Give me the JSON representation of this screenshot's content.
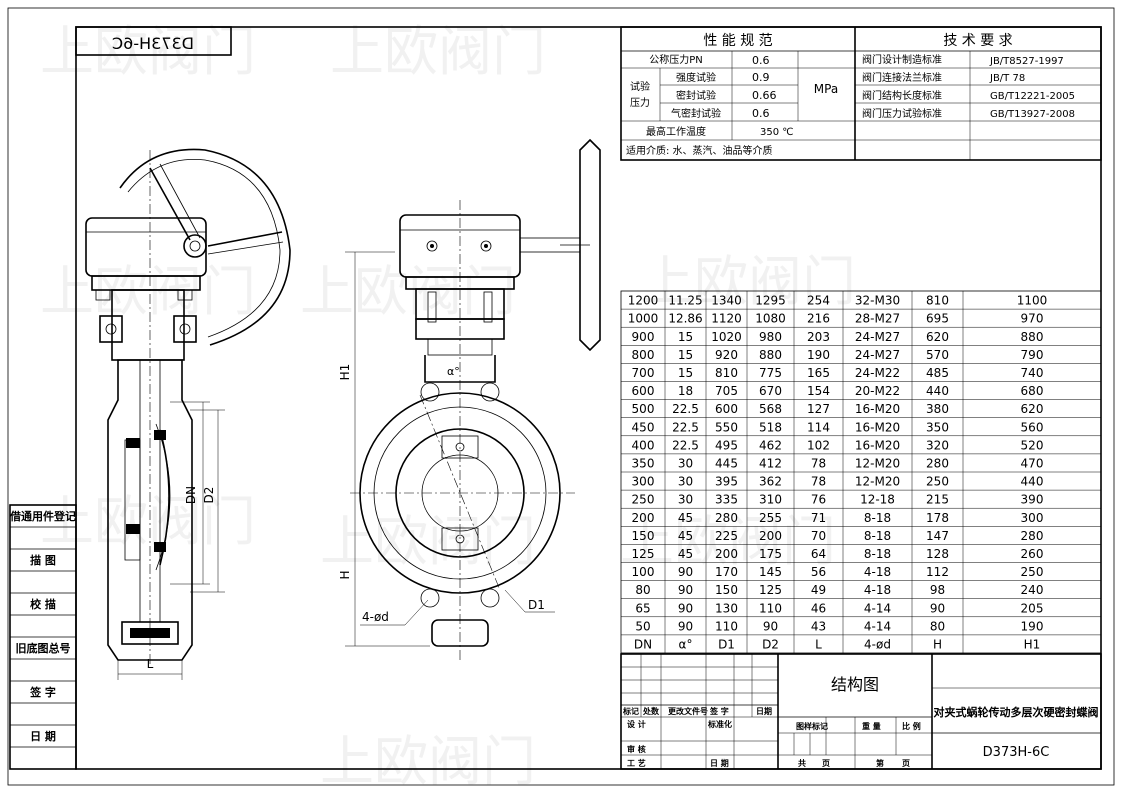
{
  "drawing_no_mirrored": "D373H-6C",
  "watermark": "上欧阀门",
  "side_labels": [
    "借通用件登记",
    "描 图",
    "校 描",
    "旧底图总号",
    "签 字",
    "日 期"
  ],
  "performance": {
    "header": "性 能 规 范",
    "pn_label": "公称压力PN",
    "pn_value": "0.6",
    "test_group": "试验\n压力",
    "strength_label": "强度试验",
    "strength_value": "0.9",
    "seal_label": "密封试验",
    "seal_value": "0.66",
    "air_label": "气密封试验",
    "air_value": "0.6",
    "unit": "MPa",
    "temp_label": "最高工作温度",
    "temp_value": "350 ℃",
    "medium": "适用介质: 水、蒸汽、油品等介质"
  },
  "technical": {
    "header": "技 术 要 求",
    "rows": [
      {
        "label": "阀门设计制造标准",
        "value": "JB/T8527-1997"
      },
      {
        "label": "阀门连接法兰标准",
        "value": "JB/T 78"
      },
      {
        "label": "阀门结构长度标准",
        "value": "GB/T12221-2005"
      },
      {
        "label": "阀门压力试验标准",
        "value": "GB/T13927-2008"
      }
    ]
  },
  "dimension_table": {
    "columns": [
      "DN",
      "α°",
      "D1",
      "D2",
      "L",
      "4-ød",
      "H",
      "H1"
    ],
    "rows": [
      [
        "1200",
        "11.25",
        "1340",
        "1295",
        "254",
        "32-M30",
        "810",
        "1100"
      ],
      [
        "1000",
        "12.86",
        "1120",
        "1080",
        "216",
        "28-M27",
        "695",
        "970"
      ],
      [
        "900",
        "15",
        "1020",
        "980",
        "203",
        "24-M27",
        "620",
        "880"
      ],
      [
        "800",
        "15",
        "920",
        "880",
        "190",
        "24-M27",
        "570",
        "790"
      ],
      [
        "700",
        "15",
        "810",
        "775",
        "165",
        "24-M22",
        "485",
        "740"
      ],
      [
        "600",
        "18",
        "705",
        "670",
        "154",
        "20-M22",
        "440",
        "680"
      ],
      [
        "500",
        "22.5",
        "600",
        "568",
        "127",
        "16-M20",
        "380",
        "620"
      ],
      [
        "450",
        "22.5",
        "550",
        "518",
        "114",
        "16-M20",
        "350",
        "560"
      ],
      [
        "400",
        "22.5",
        "495",
        "462",
        "102",
        "16-M20",
        "320",
        "520"
      ],
      [
        "350",
        "30",
        "445",
        "412",
        "78",
        "12-M20",
        "280",
        "470"
      ],
      [
        "300",
        "30",
        "395",
        "362",
        "78",
        "12-M20",
        "250",
        "440"
      ],
      [
        "250",
        "30",
        "335",
        "310",
        "76",
        "12-18",
        "215",
        "390"
      ],
      [
        "200",
        "45",
        "280",
        "255",
        "71",
        "8-18",
        "178",
        "300"
      ],
      [
        "150",
        "45",
        "225",
        "200",
        "70",
        "8-18",
        "147",
        "280"
      ],
      [
        "125",
        "45",
        "200",
        "175",
        "64",
        "8-18",
        "128",
        "260"
      ],
      [
        "100",
        "90",
        "170",
        "145",
        "56",
        "4-18",
        "112",
        "250"
      ],
      [
        "80",
        "90",
        "150",
        "125",
        "49",
        "4-18",
        "98",
        "240"
      ],
      [
        "65",
        "90",
        "130",
        "110",
        "46",
        "4-14",
        "90",
        "205"
      ],
      [
        "50",
        "90",
        "110",
        "90",
        "43",
        "4-14",
        "80",
        "190"
      ]
    ]
  },
  "title_block": {
    "drawing_type": "结构图",
    "product_name": "对夹式蜗轮传动多层次硬密封蝶阀",
    "drawing_no": "D373H-6C",
    "rev_labels": [
      "标记",
      "处数",
      "更改文件号",
      "签 字",
      "日期"
    ],
    "design": "设 计",
    "standardize": "标准化",
    "check": "审 核",
    "process": "工 艺",
    "date": "日 期",
    "stage_mark": "图样标记",
    "weight": "重 量",
    "scale": "比 例",
    "total": "共",
    "sheet": "页",
    "page": "第",
    "page2": "页"
  },
  "dim_labels": {
    "H1": "H1",
    "H": "H",
    "DN": "DN",
    "D2": "D2",
    "L": "L",
    "D1": "D1",
    "bolt": "4-ød",
    "alpha": "α°"
  }
}
